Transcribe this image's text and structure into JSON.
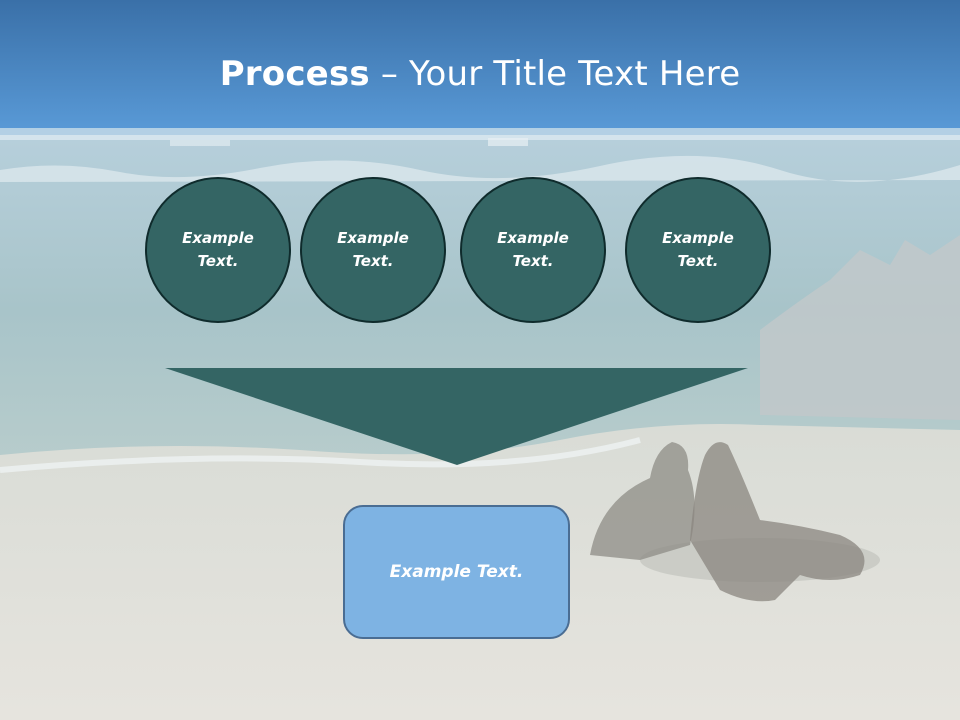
{
  "slide": {
    "title_bold": "Process",
    "title_rest": " – Your Title Text Here",
    "steps": [
      {
        "label": "Example\nText."
      },
      {
        "label": "Example\nText."
      },
      {
        "label": "Example\nText."
      },
      {
        "label": "Example\nText."
      }
    ],
    "result_label": "Example Text."
  },
  "colors": {
    "circle_fill": "#346564",
    "funnel_fill": "#346564",
    "result_fill": "#7eb3e3",
    "sky": "#3c7cc0"
  }
}
